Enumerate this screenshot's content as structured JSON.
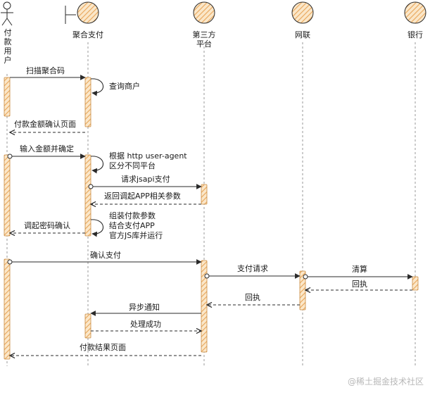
{
  "participants": [
    {
      "id": "user",
      "name": "付\n款\n用\n户",
      "kind": "actor"
    },
    {
      "id": "agg",
      "name": "聚合支付",
      "kind": "boundary"
    },
    {
      "id": "third",
      "name": "第三方\n平台",
      "kind": "entity"
    },
    {
      "id": "union",
      "name": "网联",
      "kind": "entity"
    },
    {
      "id": "bank",
      "name": "银行",
      "kind": "entity"
    }
  ],
  "messages": [
    {
      "from": "user",
      "to": "agg",
      "text": "扫描聚合码",
      "style": "solid"
    },
    {
      "from": "agg",
      "to": "agg",
      "text": "查询商户",
      "style": "self"
    },
    {
      "from": "agg",
      "to": "user",
      "text": "付款金额确认页面",
      "style": "dashed"
    },
    {
      "from": "user",
      "to": "agg",
      "text": "输入金额并确定",
      "style": "solid"
    },
    {
      "from": "agg",
      "to": "agg",
      "text": "根据 http user-agent\n区分不同平台",
      "style": "self"
    },
    {
      "from": "agg",
      "to": "third",
      "text": "请求jsapi支付",
      "style": "solid"
    },
    {
      "from": "third",
      "to": "agg",
      "text": "返回调起APP相关参数",
      "style": "dashed"
    },
    {
      "from": "agg",
      "to": "agg",
      "text": "组装付款参数\n结合支付APP\n官方JS库并运行",
      "style": "self"
    },
    {
      "from": "agg",
      "to": "user",
      "text": "调起密码确认",
      "style": "dashed"
    },
    {
      "from": "user",
      "to": "third",
      "text": "确认支付",
      "style": "solid"
    },
    {
      "from": "third",
      "to": "union",
      "text": "支付请求",
      "style": "solid"
    },
    {
      "from": "union",
      "to": "bank",
      "text": "清算",
      "style": "solid"
    },
    {
      "from": "bank",
      "to": "union",
      "text": "回执",
      "style": "dashed"
    },
    {
      "from": "union",
      "to": "third",
      "text": "回执",
      "style": "dashed"
    },
    {
      "from": "third",
      "to": "agg",
      "text": "异步通知",
      "style": "solid"
    },
    {
      "from": "agg",
      "to": "third",
      "text": "处理成功",
      "style": "dashed"
    },
    {
      "from": "third",
      "to": "user",
      "text": "付款结果页面",
      "style": "dashed"
    }
  ],
  "watermark": "@稀土掘金技术社区",
  "colors": {
    "activation": "#e8a65a",
    "ink": "#2a2a2a",
    "lifeline": "#9a9a9a",
    "watermark": "#b8b8b8"
  }
}
